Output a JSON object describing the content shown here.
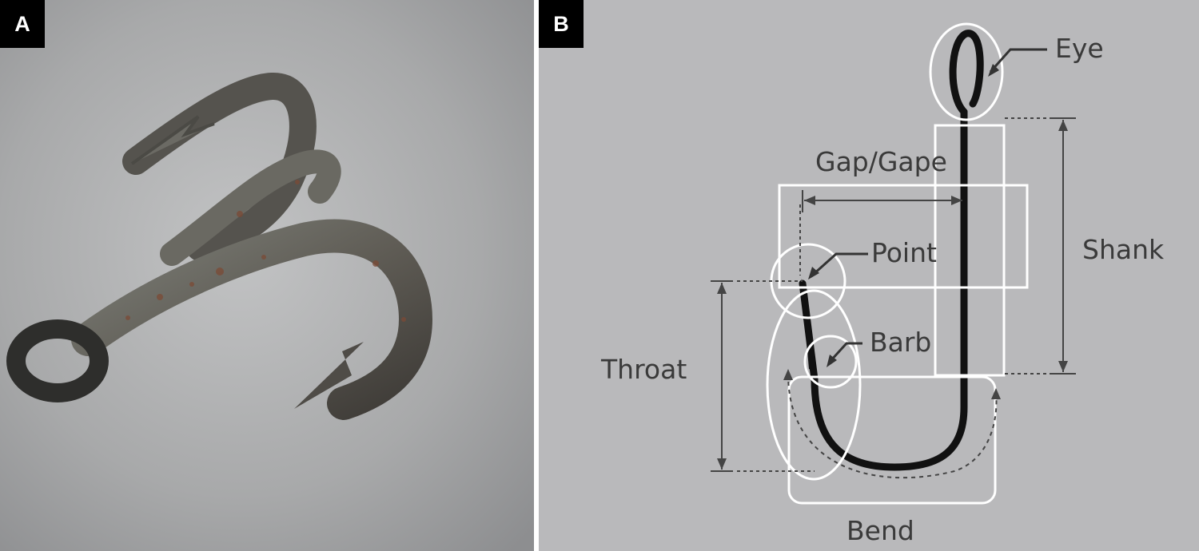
{
  "panels": [
    {
      "tag": "A"
    },
    {
      "tag": "B"
    }
  ],
  "diagram": {
    "labels": {
      "eye": "Eye",
      "gap": "Gap/Gape",
      "shank": "Shank",
      "point": "Point",
      "barb": "Barb",
      "throat": "Throat",
      "bend": "Bend"
    }
  },
  "colors": {
    "photo_background": "#a9aaab",
    "diagram_background": "#b9b9bb",
    "hook_stroke": "#111111",
    "outline": "#ffffff",
    "label_text": "#3a3a3a"
  }
}
